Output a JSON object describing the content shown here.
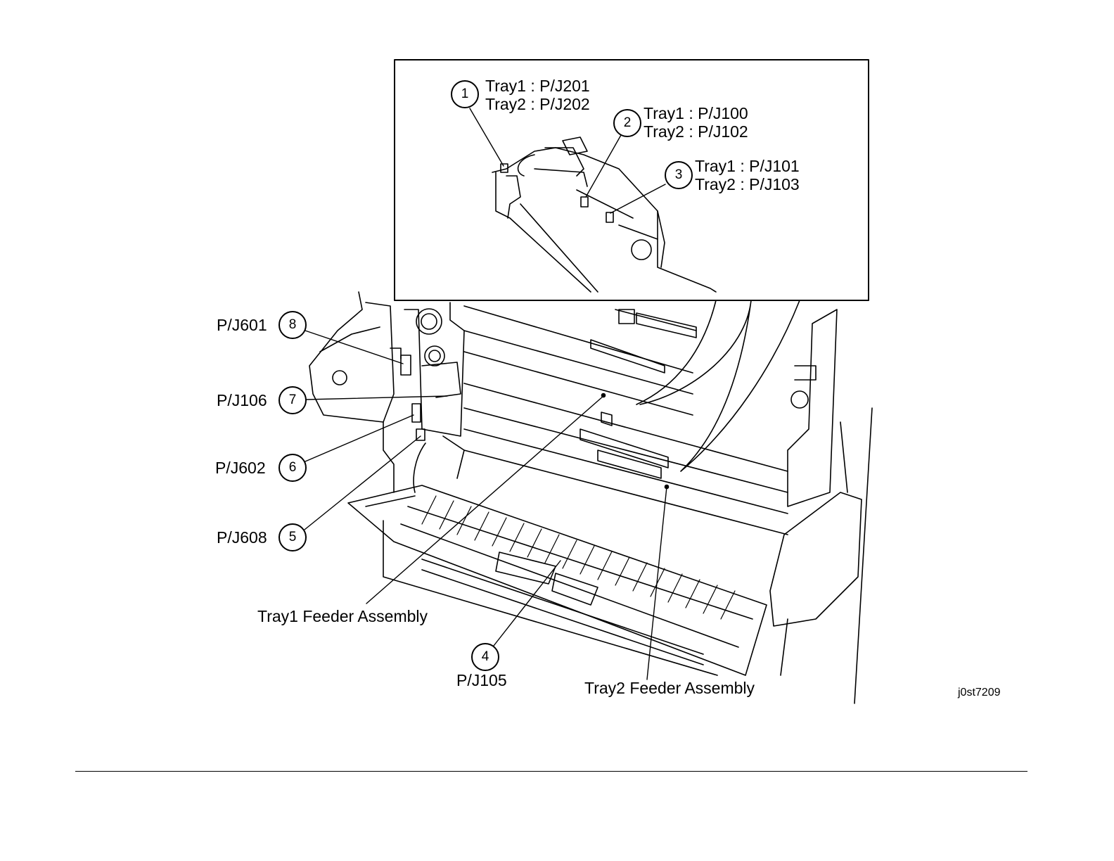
{
  "callouts": [
    {
      "num": "1",
      "line1": "Tray1 : P/J201",
      "line2": "Tray2 : P/J202"
    },
    {
      "num": "2",
      "line1": "Tray1 : P/J100",
      "line2": "Tray2 : P/J102"
    },
    {
      "num": "3",
      "line1": "Tray1 : P/J101",
      "line2": "Tray2 : P/J103"
    },
    {
      "num": "4",
      "label": "P/J105"
    },
    {
      "num": "5",
      "label": "P/J608"
    },
    {
      "num": "6",
      "label": "P/J602"
    },
    {
      "num": "7",
      "label": "P/J106"
    },
    {
      "num": "8",
      "label": "P/J601"
    }
  ],
  "assemblies": {
    "tray1": "Tray1 Feeder Assembly",
    "tray2": "Tray2 Feeder Assembly"
  },
  "figure_code": "j0st7209"
}
